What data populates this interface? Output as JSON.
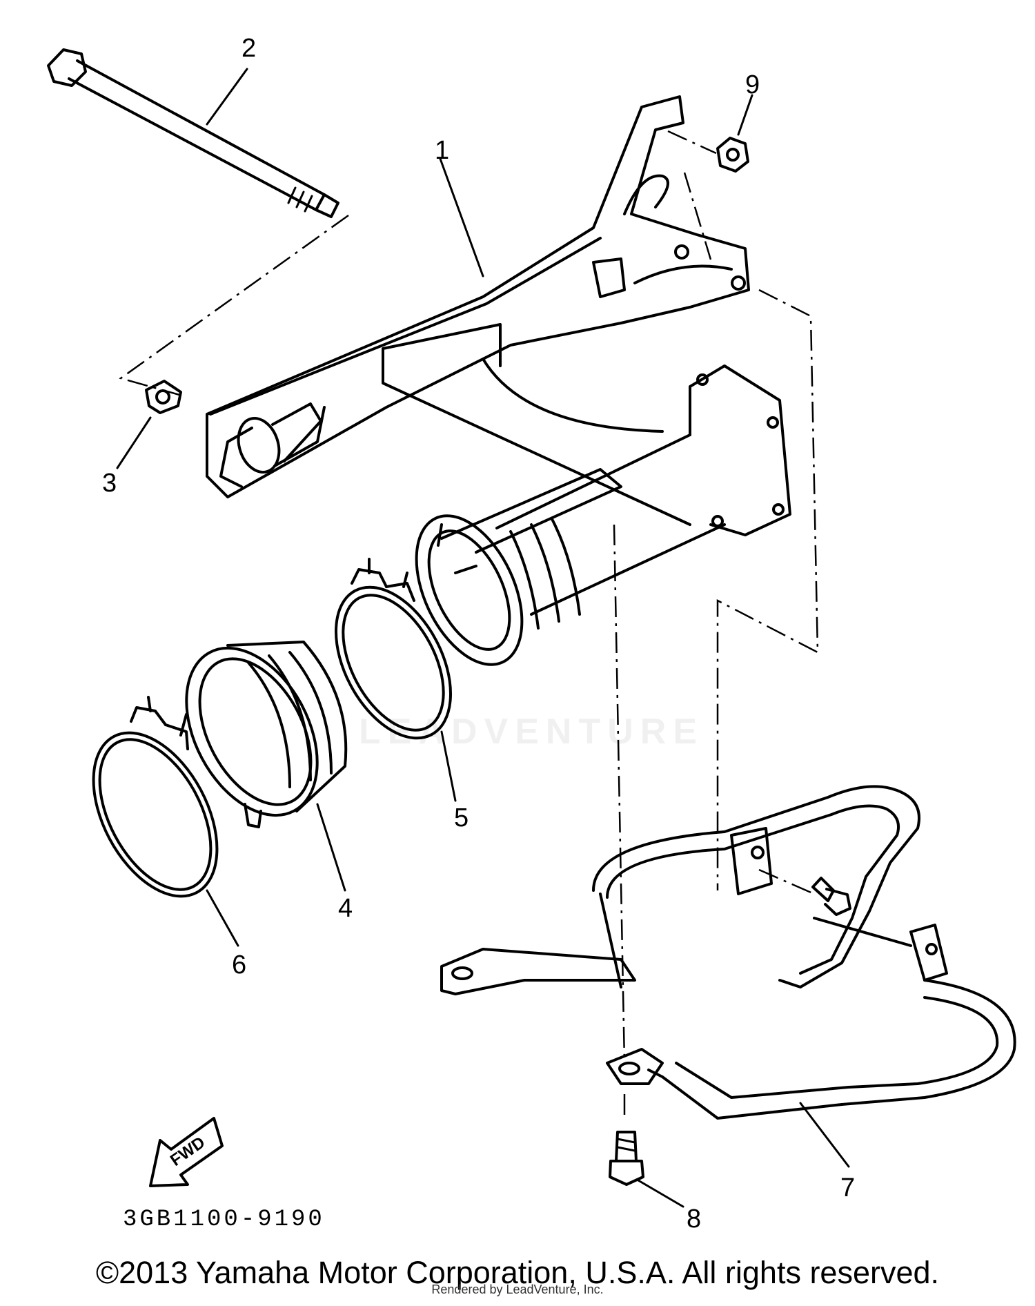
{
  "diagram": {
    "callouts": {
      "c1": "1",
      "c2": "2",
      "c3": "3",
      "c4": "4",
      "c5": "5",
      "c6": "6",
      "c7": "7",
      "c8": "8",
      "c9": "9"
    },
    "fwd_label": "FWD",
    "diagram_code": "3GB1100-9190"
  },
  "footer": {
    "copyright": "©2013 Yamaha Motor Corporation, U.S.A. All rights reserved.",
    "rendered_by": "Rendered by LeadVenture, Inc."
  },
  "watermark": {
    "text": "LEADVENTURE"
  }
}
